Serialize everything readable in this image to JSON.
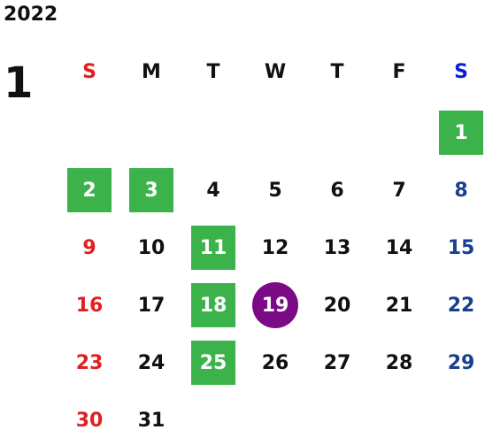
{
  "header": {
    "year": "2022",
    "month": "1"
  },
  "weekdays": [
    "S",
    "M",
    "T",
    "W",
    "T",
    "F",
    "S"
  ],
  "weeks": [
    [
      "",
      "",
      "",
      "",
      "",
      "",
      "1"
    ],
    [
      "2",
      "3",
      "4",
      "5",
      "6",
      "7",
      "8"
    ],
    [
      "9",
      "10",
      "11",
      "12",
      "13",
      "14",
      "15"
    ],
    [
      "16",
      "17",
      "18",
      "19",
      "20",
      "21",
      "22"
    ],
    [
      "23",
      "24",
      "25",
      "26",
      "27",
      "28",
      "29"
    ],
    [
      "30",
      "31",
      "",
      "",
      "",
      "",
      ""
    ]
  ],
  "colors": {
    "sunday": "#e02020",
    "saturday": "#1a3f8f",
    "saturday_header": "#0a1fd6",
    "holiday_bg": "#3cb34a",
    "today_bg": "#7a0a86"
  }
}
